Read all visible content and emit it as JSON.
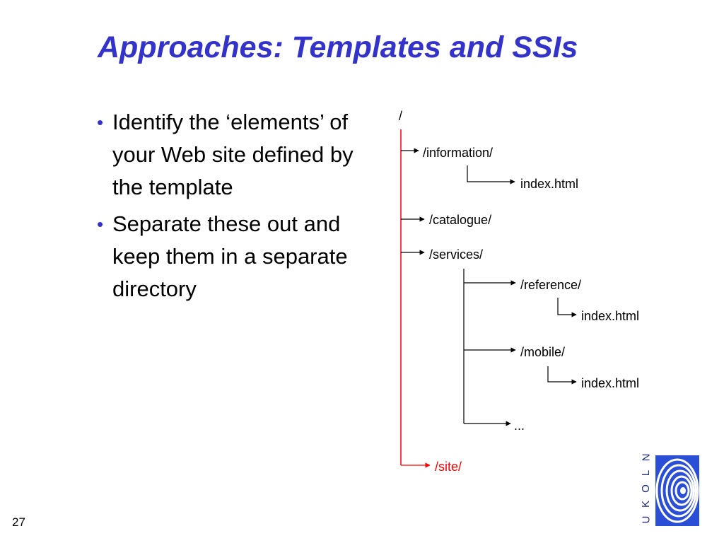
{
  "slide": {
    "title": "Approaches: Templates and SSIs",
    "page_number": "27",
    "accent_color": "#3333cc",
    "bullets": [
      {
        "text": "Identify the ‘elements’ of your Web site defined by the template"
      },
      {
        "text": "Separate these out and keep them in a separate directory"
      }
    ]
  },
  "tree": {
    "root": "/",
    "information": "/information/",
    "information_index": "index.html",
    "catalogue": "/catalogue/",
    "services": "/services/",
    "reference": "/reference/",
    "reference_index": "index.html",
    "mobile": "/mobile/",
    "mobile_index": "index.html",
    "more": "...",
    "site": "/site/",
    "highlight_color": "#ff0000"
  },
  "logo": {
    "letters": [
      "U",
      "K",
      "O",
      "L",
      "N"
    ],
    "icon": "eye-spiral-logo-icon"
  }
}
